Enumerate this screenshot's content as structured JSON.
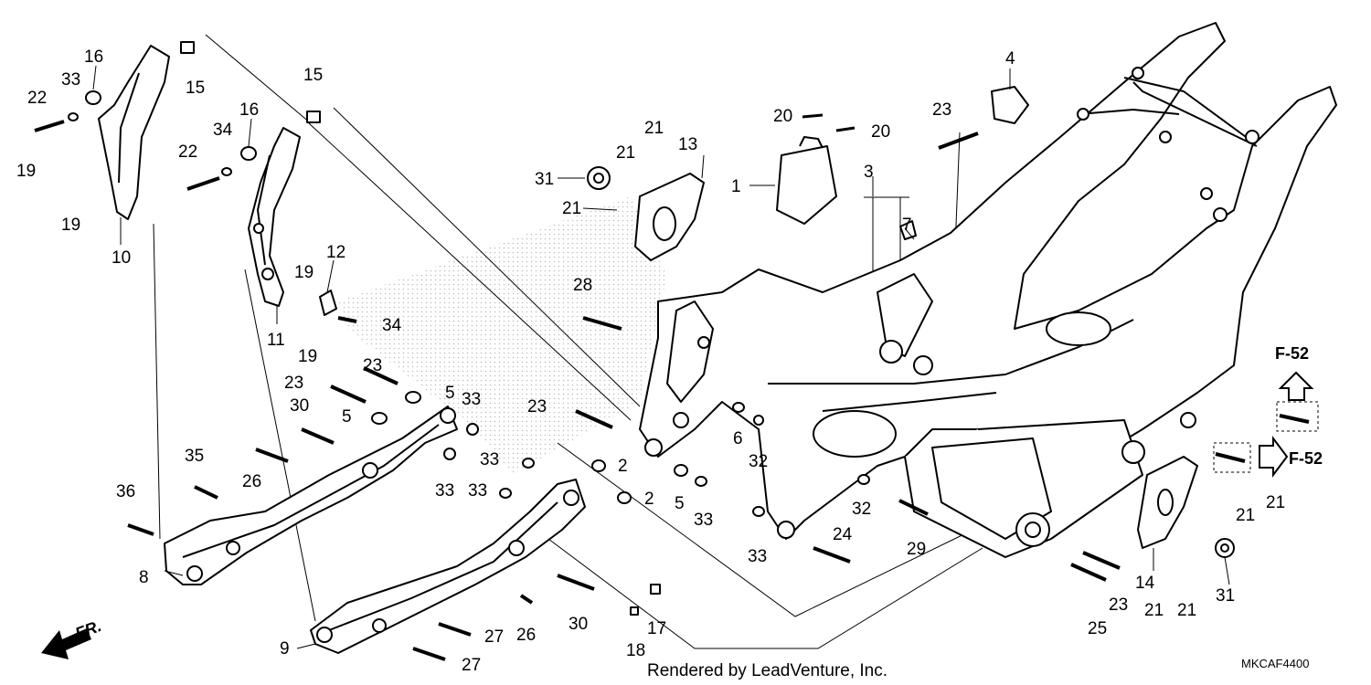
{
  "diagram": {
    "footer_credit": "Rendered by LeadVenture, Inc.",
    "diagram_code": "MKCAF4400",
    "front_label": "FR.",
    "cross_refs": [
      "F-52",
      "F-52"
    ],
    "callouts": [
      "1",
      "2",
      "2",
      "3",
      "4",
      "5",
      "5",
      "5",
      "6",
      "7",
      "8",
      "9",
      "10",
      "11",
      "12",
      "13",
      "14",
      "15",
      "15",
      "16",
      "16",
      "17",
      "18",
      "19",
      "19",
      "19",
      "19",
      "20",
      "20",
      "21",
      "21",
      "21",
      "21",
      "21",
      "21",
      "21",
      "22",
      "22",
      "23",
      "23",
      "23",
      "23",
      "23",
      "24",
      "25",
      "26",
      "26",
      "27",
      "27",
      "28",
      "29",
      "30",
      "30",
      "31",
      "31",
      "32",
      "32",
      "33",
      "33",
      "33",
      "33",
      "33",
      "33",
      "33",
      "34",
      "34",
      "35",
      "36",
      "36"
    ]
  }
}
